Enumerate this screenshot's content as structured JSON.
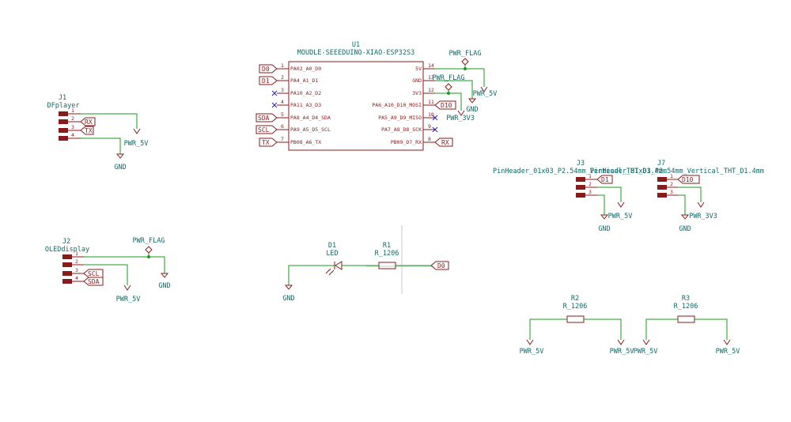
{
  "u1": {
    "ref": "U1",
    "value": "MOUDLE-SEEEDUINO-XIAO-ESP32S3",
    "left_pins": [
      {
        "num": "1",
        "name": "PA02_A0_D0",
        "label": "D0"
      },
      {
        "num": "2",
        "name": "PA4_A1_D1",
        "label": "D1"
      },
      {
        "num": "3",
        "name": "PA10_A2_D2",
        "label": ""
      },
      {
        "num": "4",
        "name": "PA11_A3_D3",
        "label": ""
      },
      {
        "num": "5",
        "name": "PA8_A4_D4_SDA",
        "label": "SDA"
      },
      {
        "num": "6",
        "name": "PA9_A5_D5_SCL",
        "label": "SCL"
      },
      {
        "num": "7",
        "name": "PB08_A6_TX",
        "label": "TX"
      }
    ],
    "right_pins": [
      {
        "num": "14",
        "name": "5V"
      },
      {
        "num": "13",
        "name": "GND"
      },
      {
        "num": "12",
        "name": "3V3"
      },
      {
        "num": "11",
        "name": "PA6_A10_D10_MOSI",
        "label": "D10"
      },
      {
        "num": "10",
        "name": "PA5_A9_D9_MISO"
      },
      {
        "num": "9",
        "name": "PA7_A8_D8_SCK"
      },
      {
        "num": "8",
        "name": "PB09_D7_RX",
        "label": "RX"
      }
    ]
  },
  "power": {
    "pwr_flag": "PWR_FLAG",
    "pwr_5v": "PWR_5V",
    "pwr_3v3": "PWR_3V3",
    "gnd": "GND"
  },
  "j1": {
    "ref": "J1",
    "value": "DFplayer",
    "pins": [
      "1",
      "2",
      "3",
      "4"
    ],
    "labels": {
      "rx": "RX",
      "tx": "TX"
    }
  },
  "j2": {
    "ref": "J2",
    "value": "OLEDdisplay",
    "pins": [
      "1",
      "2",
      "3",
      "4"
    ],
    "labels": {
      "scl": "SCL",
      "sda": "SDA"
    }
  },
  "j3": {
    "ref": "J3",
    "value": "PinHeader_01x03_P2.54mm_Vertical_THT_D1.4mm",
    "pins": [
      "1",
      "2",
      "3"
    ],
    "label": "D1"
  },
  "j7": {
    "ref": "J7",
    "value": "PinHeader_01x03_P2.54mm_Vertical_THT_D1.4mm",
    "pins": [
      "1",
      "2",
      "3"
    ],
    "label": "D10"
  },
  "d1": {
    "ref": "D1",
    "value": "LED"
  },
  "r1": {
    "ref": "R1",
    "value": "R_1206",
    "label": "D0"
  },
  "r2": {
    "ref": "R2",
    "value": "R_1206"
  },
  "r3": {
    "ref": "R3",
    "value": "R_1206"
  }
}
